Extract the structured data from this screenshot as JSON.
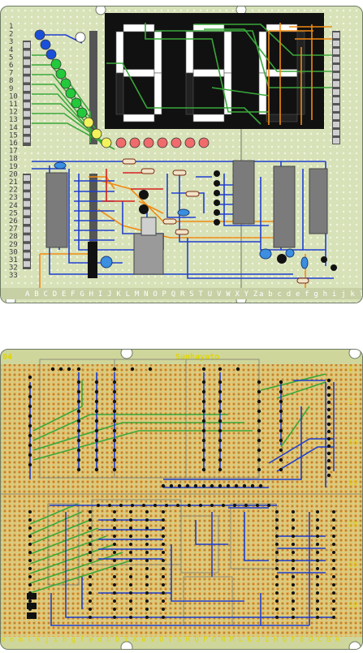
{
  "top_board": {
    "row_numbers": [
      "1",
      "2",
      "3",
      "4",
      "5",
      "6",
      "7",
      "8",
      "9",
      "10",
      "11",
      "12",
      "13",
      "14",
      "15",
      "16",
      "17",
      "18",
      "19",
      "20",
      "21",
      "22",
      "23",
      "24",
      "25",
      "26",
      "27",
      "28",
      "29",
      "30",
      "31",
      "32",
      "33"
    ],
    "column_labels_left": "A B C D E F G H I J K L M N O P Q R S T U V W X Y Z",
    "column_labels_right": "a b c d e f g h i j k l m n o",
    "display_digits": [
      "9",
      "9",
      "F"
    ],
    "colors": {
      "board": "#d8e2b9",
      "grid_dot": "#f2f6e2",
      "display_bg": "#111111",
      "segment": "#ffffff",
      "led_blue": "#1a4fd8",
      "led_green": "#22c93a",
      "led_yellow": "#f2f25a",
      "led_red": "#f06b6b",
      "wire_blue": "#1f3fd0",
      "wire_green": "#3aa83a",
      "wire_orange": "#f08a12",
      "wire_red": "#d81f1f",
      "ic": "#7b7b7b"
    }
  },
  "bottom_board": {
    "title_left": "04",
    "title_brand": "Sunhayato",
    "row_numbers": [
      "1",
      "5",
      "10",
      "15",
      "20",
      "25",
      "30"
    ],
    "column_labels_bottom": "o n m l k j i h g f e d c b    Y X W V U T S R Q P O N M L K J I H G F E D C B A",
    "colors": {
      "board": "#cfd69b",
      "pad": "#e8a94a",
      "hole": "#111111",
      "wire_blue": "#1f3fd0",
      "wire_green": "#3aa83a",
      "outline": "#8c8c7a"
    }
  }
}
